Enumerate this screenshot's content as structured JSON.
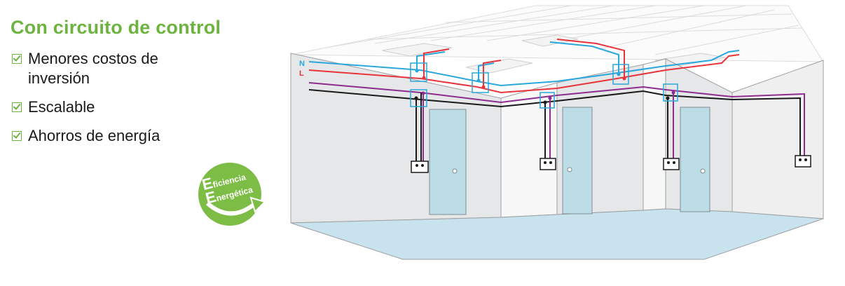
{
  "header": {
    "title": "Con circuito de control"
  },
  "benefits": [
    {
      "label": "Menores costos de inversión"
    },
    {
      "label": "Escalable"
    },
    {
      "label": "Ahorros de energía"
    }
  ],
  "badge": {
    "line1_initial": "E",
    "line1_rest": "ficiencia",
    "line2_initial": "E",
    "line2_rest": "nergética",
    "color": "#7dbd45"
  },
  "diagram": {
    "wire_labels": {
      "neutral": "N",
      "live": "L"
    },
    "colors": {
      "neutral": "#2aa7dc",
      "live": "#e8343a",
      "control": "#8e2c8f",
      "ground": "#1a1a1a",
      "wall": "#e6e7e8",
      "floor": "#c8e3ee",
      "door": "#bcdce6"
    }
  }
}
